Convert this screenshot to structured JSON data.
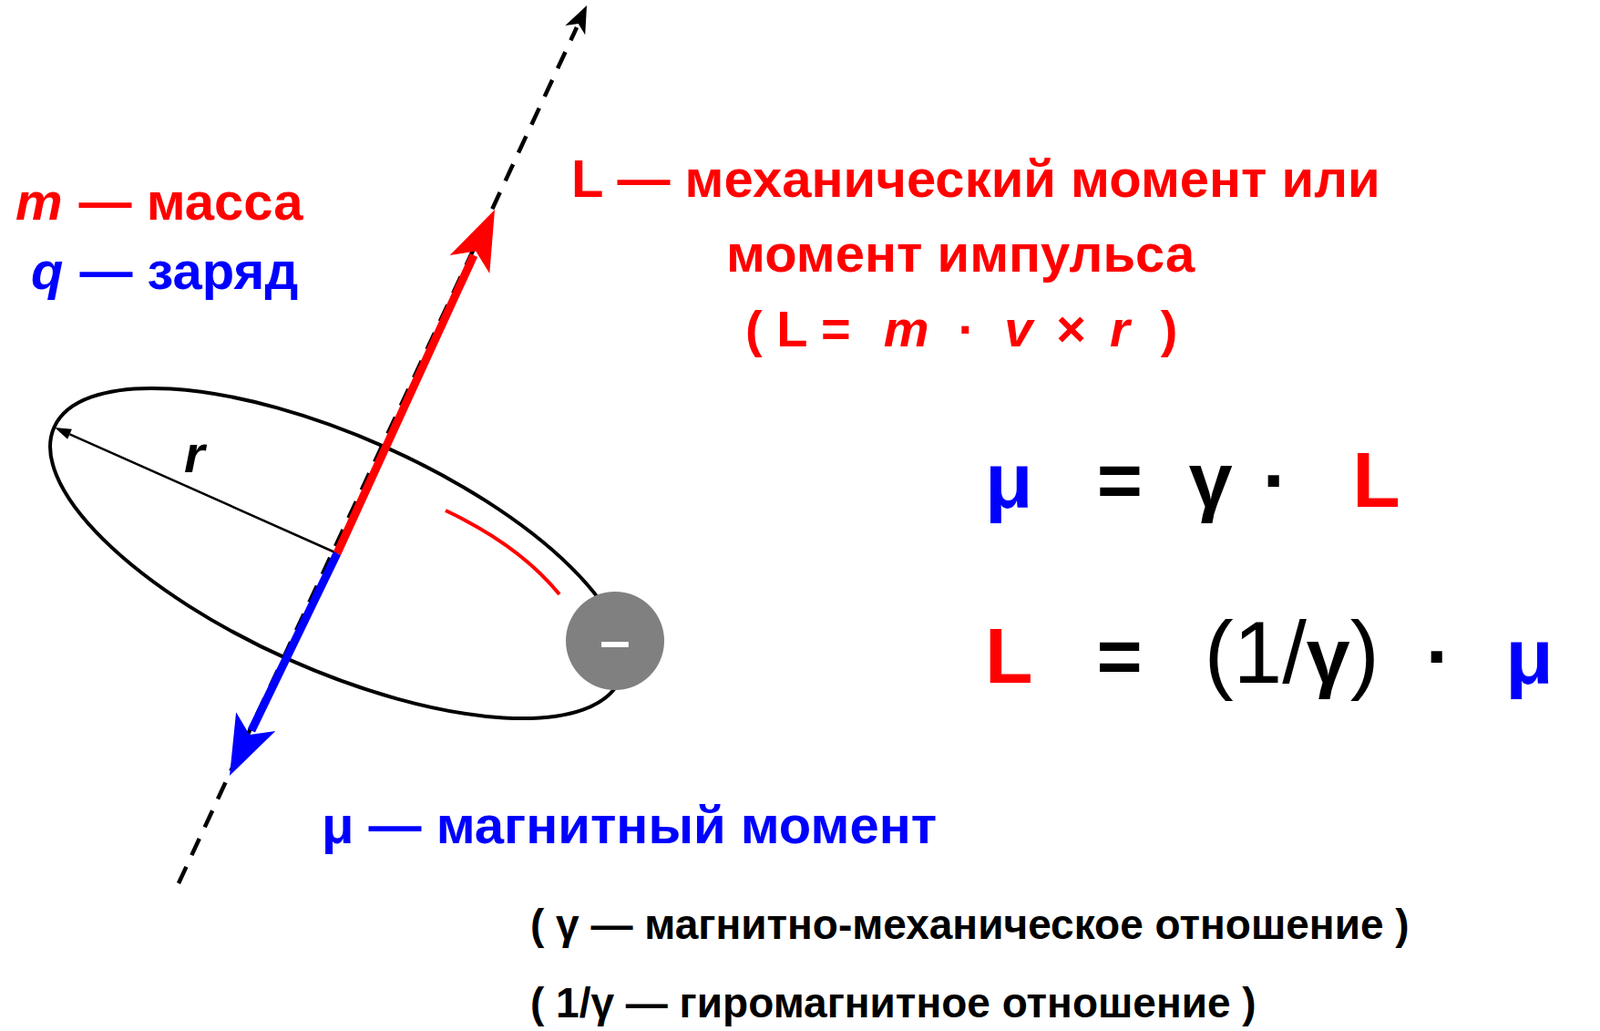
{
  "diagram": {
    "nodes": [
      {
        "text": [
          "–"
        ]
      }
    ],
    "labels": [
      "m",
      "— масса",
      "q",
      "— заряд",
      "L — механический момент или",
      "момент импульса",
      "( L =",
      "m",
      "·",
      "v",
      "×",
      "r",
      ")",
      "r",
      "μ",
      "=",
      "γ",
      "·",
      "L",
      "L",
      "=",
      "(1/",
      "γ",
      ")",
      "·",
      "μ",
      "μ — магнитный момент",
      "( γ — магнитно-механическое отношение )",
      "( 1/γ — гиромагнитное отношение )"
    ]
  }
}
